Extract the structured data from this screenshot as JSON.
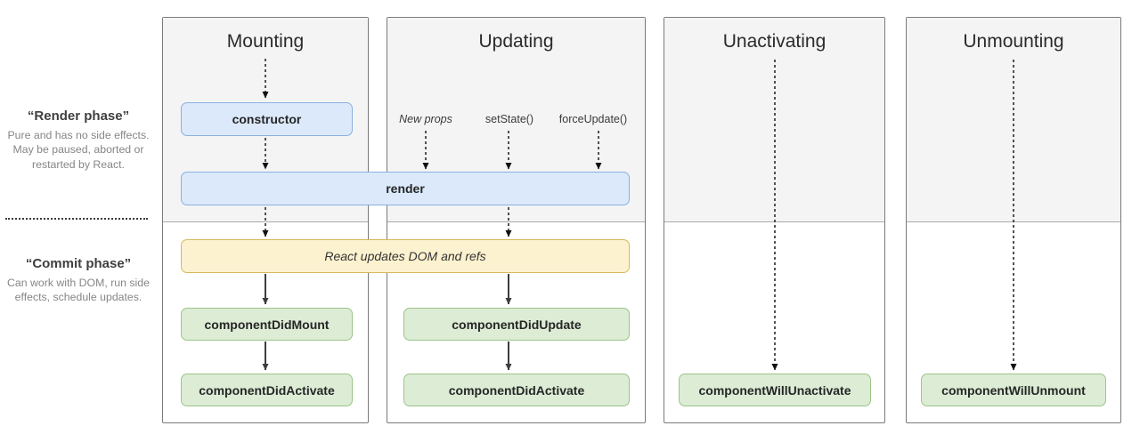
{
  "sidebar": {
    "render_phase": {
      "title": "“Render phase”",
      "description": "Pure and has no side effects. May be paused, aborted or restarted by React."
    },
    "commit_phase": {
      "title": "“Commit phase”",
      "description": "Can work with DOM, run side effects, schedule updates."
    }
  },
  "columns": [
    {
      "title": "Mounting"
    },
    {
      "title": "Updating"
    },
    {
      "title": "Unactivating"
    },
    {
      "title": "Unmounting"
    }
  ],
  "triggers": [
    {
      "label": "New props"
    },
    {
      "label": "setState()"
    },
    {
      "label": "forceUpdate()"
    }
  ],
  "boxes": [
    {
      "label": "constructor"
    },
    {
      "label": "render"
    },
    {
      "label": "React updates DOM and refs"
    },
    {
      "label": "componentDidMount"
    },
    {
      "label": "componentDidActivate"
    },
    {
      "label": "componentDidUpdate"
    },
    {
      "label": "componentDidActivate"
    },
    {
      "label": "componentWillUnactivate"
    },
    {
      "label": "componentWillUnmount"
    }
  ],
  "colors": {
    "render_phase_bg": "#f4f4f4",
    "column_border": "#7a7a7a",
    "blue_fill": "#dbe9fb",
    "blue_border": "#8ab0e0",
    "yellow_fill": "#fdf2cf",
    "yellow_border": "#d9b85c",
    "green_fill": "#dcecd5",
    "green_border": "#9cc489"
  }
}
